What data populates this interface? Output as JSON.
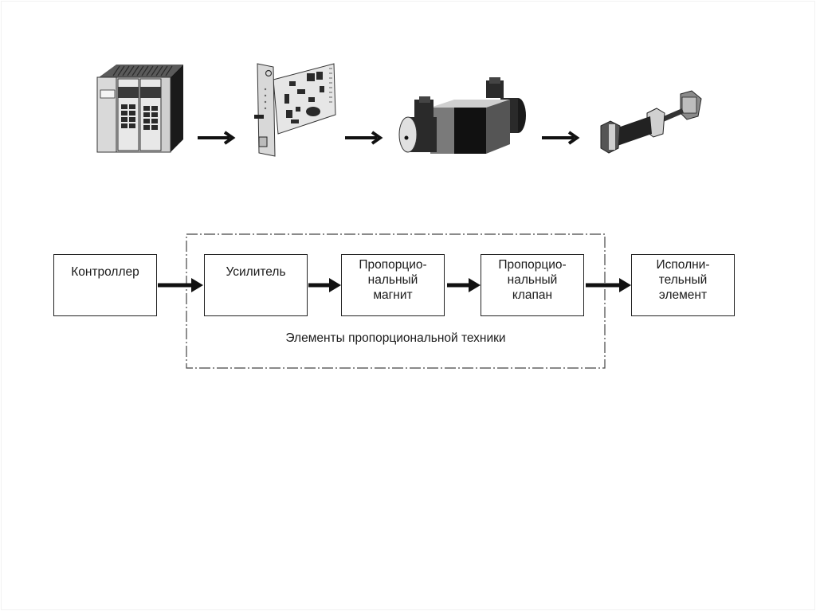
{
  "illustrations": [
    {
      "name": "controller-device",
      "description": "PLC controller unit"
    },
    {
      "name": "amplifier-board",
      "description": "Amplifier circuit board"
    },
    {
      "name": "proportional-valve",
      "description": "Proportional valve with solenoids"
    },
    {
      "name": "actuator-cylinder",
      "description": "Hydraulic cylinder"
    }
  ],
  "diagram": {
    "blocks": [
      {
        "id": "controller",
        "label": "Контроллер"
      },
      {
        "id": "amplifier",
        "label": "Усилитель"
      },
      {
        "id": "prop-magnet",
        "label": "Пропорцио-\nнальный\nмагнит"
      },
      {
        "id": "prop-valve",
        "label": "Пропорцио-\nнальный\nклапан"
      },
      {
        "id": "actuator",
        "label": "Исполни-\nтельный\nэлемент"
      }
    ],
    "group_caption": "Элементы пропорциональной техники",
    "colors": {
      "line": "#222222",
      "background": "#ffffff"
    }
  }
}
